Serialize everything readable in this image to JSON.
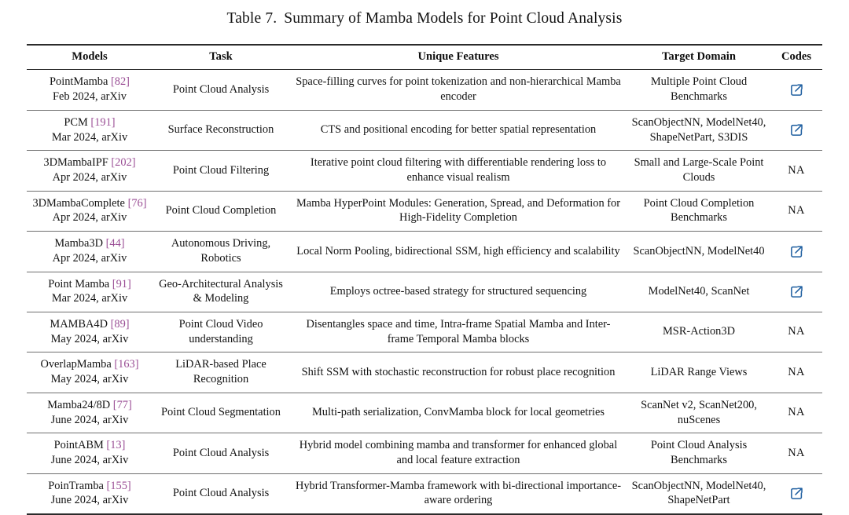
{
  "caption": {
    "label": "Table 7.",
    "text": "Summary of Mamba Models for Point Cloud Analysis"
  },
  "colors": {
    "citation": "#9a4e95",
    "link_icon": "#1f5fa0",
    "rule": "#2b2b2b",
    "row_rule": "#6f6f6f",
    "text": "#131313"
  },
  "table": {
    "headers": [
      "Models",
      "Task",
      "Unique Features",
      "Target Domain",
      "Codes"
    ],
    "rows": [
      {
        "model_name": "PointMamba",
        "citation": "[82]",
        "model_date": "Feb 2024, arXiv",
        "task": "Point Cloud Analysis",
        "features": "Space-filling curves for point tokenization and non-hierarchical Mamba encoder",
        "domain": "Multiple Point Cloud Benchmarks",
        "code": "link",
        "code_label": ""
      },
      {
        "model_name": "PCM",
        "citation": "[191]",
        "model_date": "Mar 2024, arXiv",
        "task": "Surface Reconstruction",
        "features": "CTS and positional encoding for better spatial representation",
        "domain": "ScanObjectNN, ModelNet40, ShapeNetPart, S3DIS",
        "code": "link",
        "code_label": ""
      },
      {
        "model_name": "3DMambaIPF",
        "citation": "[202]",
        "model_date": "Apr 2024, arXiv",
        "task": "Point Cloud Filtering",
        "features": "Iterative point cloud filtering with differentiable rendering loss to enhance visual realism",
        "domain": "Small and Large-Scale Point Clouds",
        "code": "na",
        "code_label": "NA"
      },
      {
        "model_name": "3DMambaComplete",
        "citation": "[76]",
        "model_date": "Apr 2024, arXiv",
        "task": "Point Cloud Completion",
        "features": "Mamba HyperPoint Modules: Generation, Spread, and Deformation for High-Fidelity Completion",
        "domain": "Point Cloud Completion Benchmarks",
        "code": "na",
        "code_label": "NA"
      },
      {
        "model_name": "Mamba3D",
        "citation": "[44]",
        "model_date": "Apr 2024, arXiv",
        "task": "Autonomous Driving, Robotics",
        "features": "Local Norm Pooling, bidirectional SSM, high efficiency and scalability",
        "domain": "ScanObjectNN, ModelNet40",
        "code": "link",
        "code_label": ""
      },
      {
        "model_name": "Point Mamba",
        "citation": "[91]",
        "model_date": "Mar 2024, arXiv",
        "task": "Geo-Architectural Analysis & Modeling",
        "features": "Employs octree-based strategy for structured sequencing",
        "domain": "ModelNet40, ScanNet",
        "code": "link",
        "code_label": ""
      },
      {
        "model_name": "MAMBA4D",
        "citation": "[89]",
        "model_date": "May 2024, arXiv",
        "task": "Point Cloud Video understanding",
        "features": "Disentangles space and time, Intra-frame Spatial Mamba and Inter-frame Temporal Mamba blocks",
        "domain": "MSR-Action3D",
        "code": "na",
        "code_label": "NA"
      },
      {
        "model_name": "OverlapMamba",
        "citation": "[163]",
        "model_date": "May 2024, arXiv",
        "task": "LiDAR-based Place Recognition",
        "features": "Shift SSM with stochastic reconstruction for robust place recognition",
        "domain": "LiDAR Range Views",
        "code": "na",
        "code_label": "NA"
      },
      {
        "model_name": "Mamba24/8D",
        "citation": "[77]",
        "model_date": "June 2024, arXiv",
        "task": "Point Cloud Segmentation",
        "features": "Multi-path serialization, ConvMamba block for local geometries",
        "domain": "ScanNet v2, ScanNet200, nuScenes",
        "code": "na",
        "code_label": "NA"
      },
      {
        "model_name": "PointABM",
        "citation": "[13]",
        "model_date": "June 2024, arXiv",
        "task": "Point Cloud Analysis",
        "features": "Hybrid model combining mamba and transformer for enhanced global and local feature extraction",
        "domain": "Point Cloud Analysis Benchmarks",
        "code": "na",
        "code_label": "NA"
      },
      {
        "model_name": "PoinTramba",
        "citation": "[155]",
        "model_date": "June 2024, arXiv",
        "task": "Point Cloud Analysis",
        "features": "Hybrid Transformer-Mamba framework with bi-directional importance-aware ordering",
        "domain": "ScanObjectNN, ModelNet40, ShapeNetPart",
        "code": "link",
        "code_label": ""
      }
    ]
  },
  "icons": {
    "external_link": "external-link-icon"
  }
}
